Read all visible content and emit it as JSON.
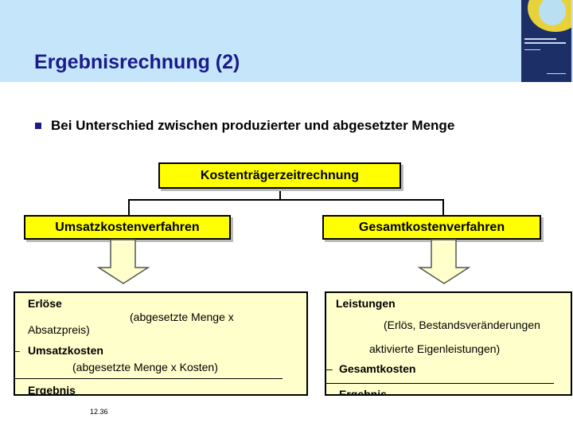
{
  "slide": {
    "title": "Ergebnisrechnung (2)",
    "bullet": "Bei Unterschied zwischen produzierter und abgesetzter Menge",
    "book_cover_icon": "book-cover-image",
    "page_number": "12.36"
  },
  "diagram": {
    "root": "Kostenträgerzeitrechnung",
    "left": "Umsatzkostenverfahren",
    "right": "Gesamtkostenverfahren",
    "left_box": {
      "line1": "Erlöse",
      "line2": "(abgesetzte Menge x",
      "line3": "Absatzpreis)",
      "minus": "–",
      "line4": "Umsatzkosten",
      "line5": "(abgesetzte Menge x Kosten)",
      "result": "Ergebnis"
    },
    "right_box": {
      "line1": "Leistungen",
      "line2": "(Erlös, Bestandsveränderungen",
      "line3": "aktivierte Eigenleistungen)",
      "minus": "–",
      "line4": "Gesamtkosten",
      "result": "Ergebnis"
    }
  },
  "colors": {
    "header": "#c5e6fa",
    "title": "#1a1a8c",
    "box": "#ffff00",
    "panel": "#ffffcc"
  }
}
